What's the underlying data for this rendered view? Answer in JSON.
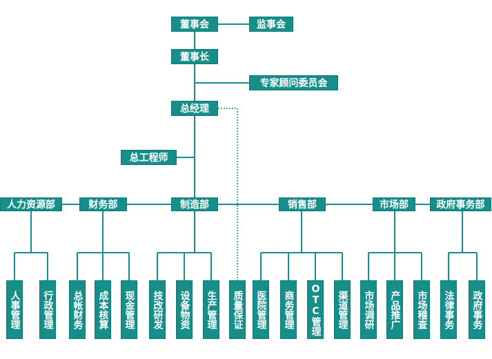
{
  "colors": {
    "box_fill": "#168f8b",
    "line": "#168f8b",
    "text": "#ffffff"
  },
  "top_nodes": {
    "board": "董事会",
    "supervisory_board": "监事会",
    "chairman": "董事长",
    "expert_committee": "专家顾问委员会",
    "general_manager": "总经理",
    "chief_engineer": "总工程师"
  },
  "departments": {
    "hr": "人力资源部",
    "finance": "财务部",
    "manufacturing": "制造部",
    "sales": "销售部",
    "marketing": "市场部",
    "government_affairs": "政府事务部"
  },
  "sub_units": {
    "hr": [
      "人事管理",
      "行政管理"
    ],
    "finance": [
      "总帐财务",
      "成本核算",
      "现金管理"
    ],
    "manufacturing": [
      "技改研发",
      "设备物资",
      "生产管理",
      "质量保证"
    ],
    "sales": [
      "医院管理",
      "商务管理",
      "OTC管理",
      "渠道管理"
    ],
    "marketing": [
      "市场调研",
      "产品推广",
      "市场稽查"
    ],
    "government_affairs": [
      "法律事务",
      "政府事务"
    ]
  }
}
